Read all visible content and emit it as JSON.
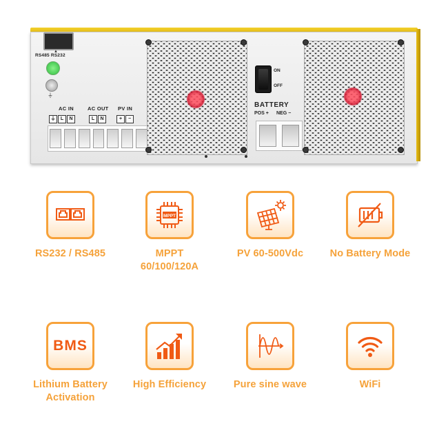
{
  "device": {
    "port_label": "RS485 RS232",
    "ac_in": "AC IN",
    "ac_out": "AC OUT",
    "pv_in": "PV IN",
    "l": "L",
    "n": "N",
    "plus": "+",
    "minus": "−",
    "ground": "⏚",
    "switch_on": "ON",
    "switch_off": "OFF",
    "battery": "BATTERY",
    "pos": "POS +",
    "neg": "NEG −"
  },
  "features": [
    {
      "label_lines": [
        "RS232 / RS485"
      ],
      "icon": "ethernet-ports-icon"
    },
    {
      "label_lines": [
        "MPPT",
        "60/100/120A"
      ],
      "icon": "mppt-chip-icon",
      "chip_text": "MPPT"
    },
    {
      "label_lines": [
        "PV 60-500Vdc"
      ],
      "icon": "solar-panel-icon"
    },
    {
      "label_lines": [
        "No Battery Mode"
      ],
      "icon": "no-battery-icon"
    },
    {
      "label_lines": [
        "Lithium Battery",
        "Activation"
      ],
      "icon": "bms-icon",
      "icon_text": "BMS"
    },
    {
      "label_lines": [
        "High Efficiency"
      ],
      "icon": "rising-bars-icon"
    },
    {
      "label_lines": [
        "Pure sine wave"
      ],
      "icon": "sine-wave-icon"
    },
    {
      "label_lines": [
        "WiFi"
      ],
      "icon": "wifi-icon"
    }
  ],
  "colors": {
    "accent": "#f5a23a",
    "icon_stroke": "#f05a14",
    "device_yellow": "#e8be16"
  }
}
